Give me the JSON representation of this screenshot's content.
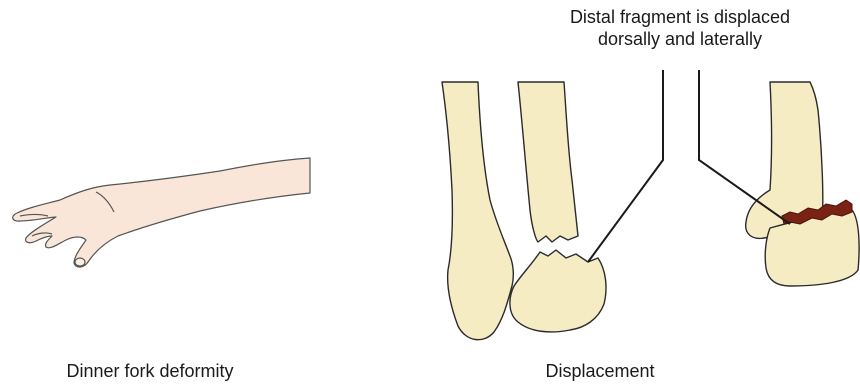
{
  "annotation": {
    "line1": "Distal fragment is displaced",
    "line2": "dorsally and laterally"
  },
  "captions": {
    "left": "Dinner fork deformity",
    "right": "Displacement"
  },
  "colors": {
    "bone_fill": "#f6ecc4",
    "bone_outline": "#2b2b2b",
    "skin_fill": "#f9e6d8",
    "skin_outline": "#555555",
    "fracture_fill": "#7a2214"
  }
}
